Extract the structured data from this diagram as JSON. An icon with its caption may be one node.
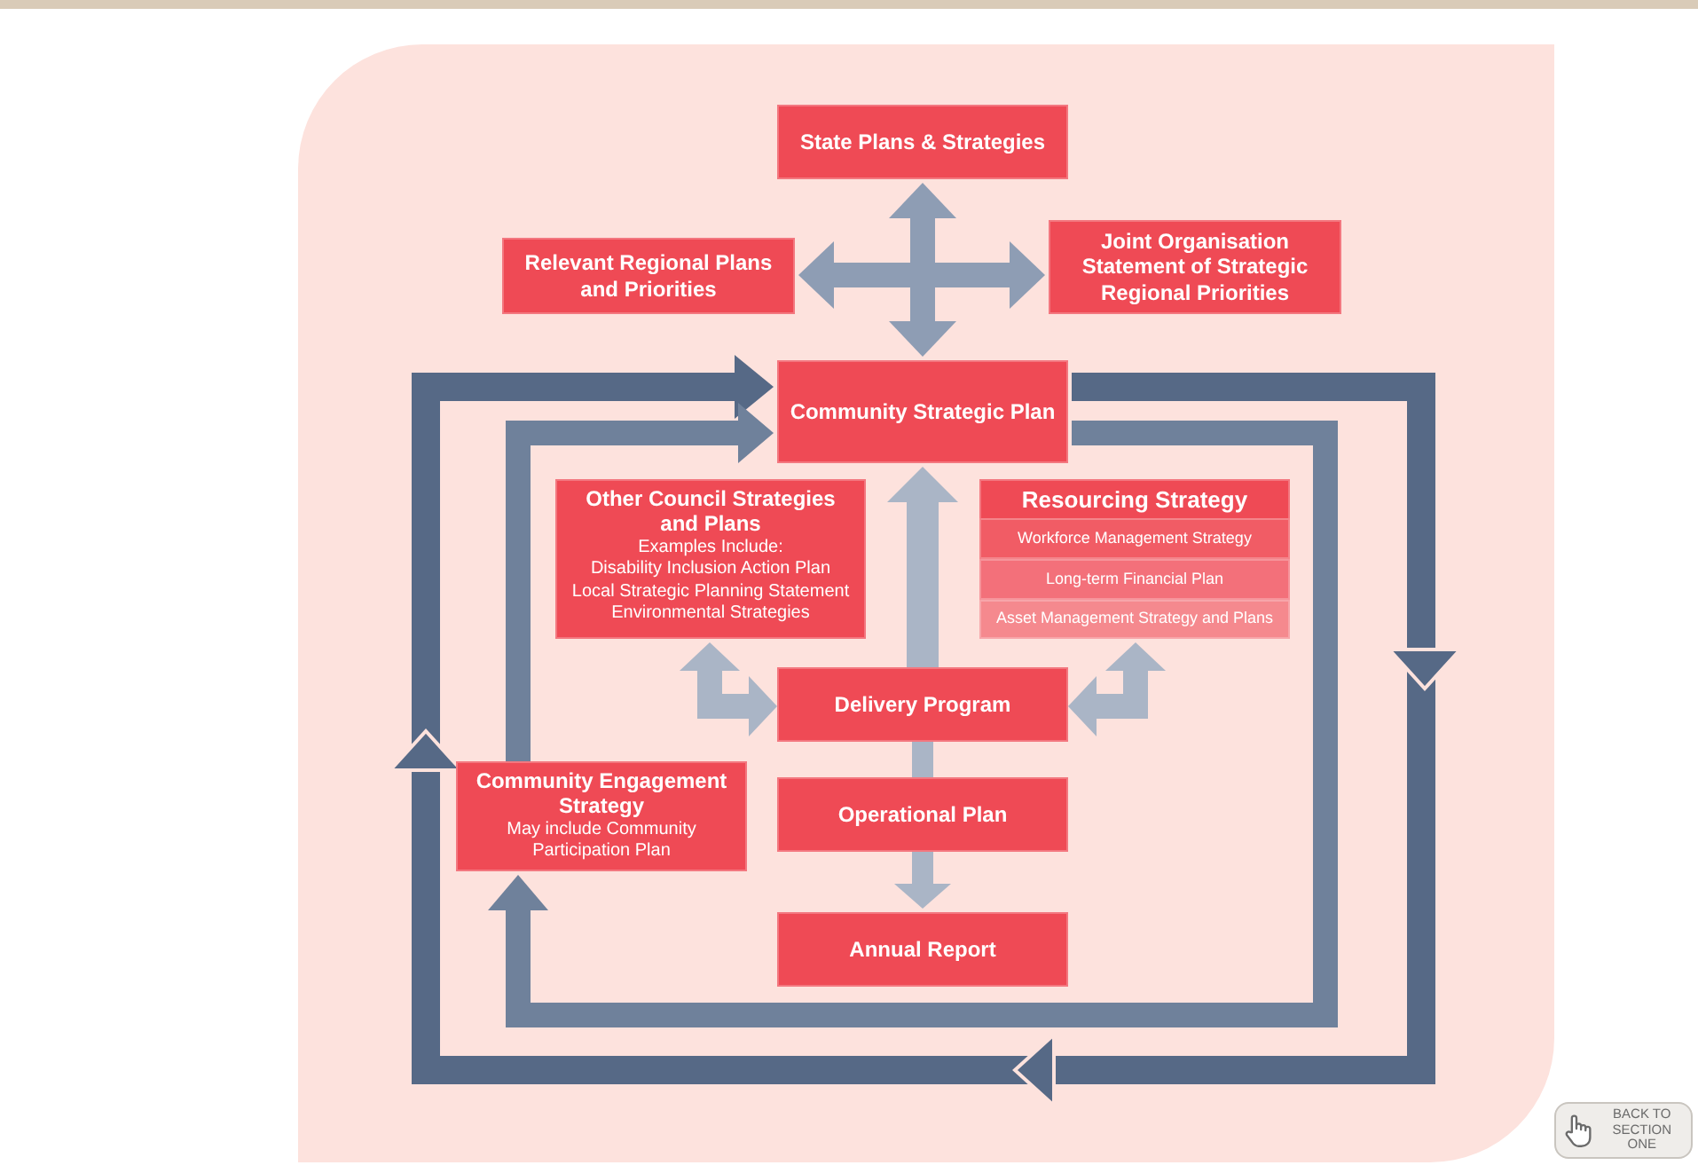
{
  "diagram": {
    "nodes": [
      {
        "text": [
          "State Plans & Strategies"
        ]
      },
      {
        "text": [
          "Relevant Regional Plans and Priorities"
        ]
      },
      {
        "text": [
          "Joint Organisation Statement of Strategic Regional Priorities"
        ]
      },
      {
        "text": [
          "Community Strategic Plan"
        ]
      },
      {
        "text": [
          "Other Council Strategies and Plans",
          "Examples Include:",
          "Disability Inclusion Action Plan",
          "Local Strategic Planning Statement",
          "Environmental Strategies"
        ]
      },
      {
        "text": [
          "Resourcing Strategy"
        ]
      },
      {
        "text": [
          "Workforce Management Strategy"
        ],
        "in": 5
      },
      {
        "text": [
          "Long-term Financial Plan"
        ],
        "in": 5
      },
      {
        "text": [
          "Asset Management Strategy and Plans"
        ],
        "in": 5
      },
      {
        "text": [
          "Delivery Program"
        ]
      },
      {
        "text": [
          "Community Engagement Strategy",
          "May include Community Participation Plan"
        ]
      },
      {
        "text": [
          "Operational Plan"
        ]
      },
      {
        "text": [
          "Annual Report"
        ]
      }
    ],
    "edges": [
      {
        "from": 0,
        "to": 3,
        "arrow": "both",
        "color": "#8e9db4"
      },
      {
        "from": 1,
        "to": 2,
        "arrow": "both",
        "color": "#8e9db4"
      },
      {
        "from": 9,
        "to": 3,
        "arrow": "to"
      },
      {
        "from": 9,
        "to": 4,
        "arrow": "both"
      },
      {
        "from": 9,
        "to": 5,
        "arrow": "both"
      },
      {
        "from": 9,
        "to": 11,
        "arrow": "none"
      },
      {
        "from": 11,
        "to": 12,
        "arrow": "to"
      },
      {
        "from": 3,
        "to": 3,
        "arrow": "to",
        "color": "#566986"
      },
      {
        "from": 3,
        "to": 10,
        "arrow": "to",
        "color": "#6f819b"
      },
      {
        "from": 10,
        "to": 3,
        "arrow": "to",
        "color": "#6f819b"
      }
    ],
    "labels": [
      "BACK TO SECTION ONE"
    ]
  }
}
